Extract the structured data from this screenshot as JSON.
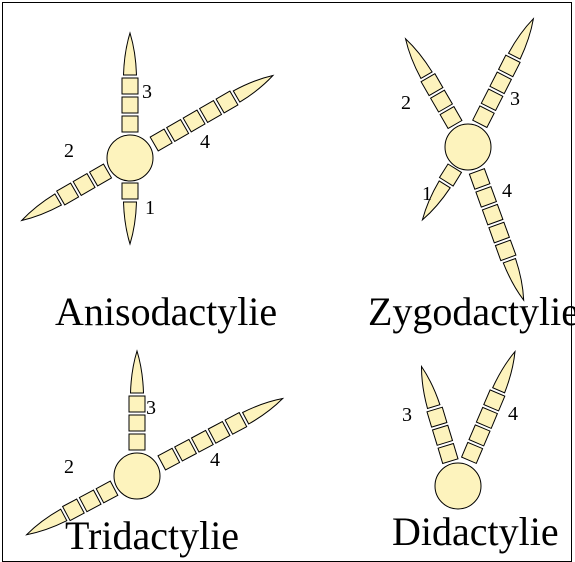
{
  "colors": {
    "fill": "#fdf3bd",
    "stroke": "#000000",
    "background": "#ffffff"
  },
  "diagrams": [
    {
      "caption": "Anisodactylie",
      "labels": [
        "1",
        "2",
        "3",
        "4"
      ]
    },
    {
      "caption": "Zygodactylie",
      "labels": [
        "1",
        "2",
        "3",
        "4"
      ]
    },
    {
      "caption": "Tridactylie",
      "labels": [
        "2",
        "3",
        "4"
      ]
    },
    {
      "caption": "Didactylie",
      "labels": [
        "3",
        "4"
      ]
    }
  ]
}
